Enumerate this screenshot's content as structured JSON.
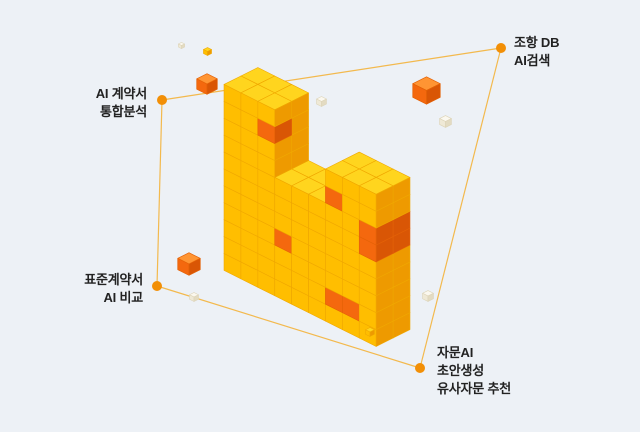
{
  "page": {
    "background": "#edf1f6"
  },
  "nodes": {
    "left_top": {
      "label": "AI 계약서\n통합분석"
    },
    "top_right": {
      "label": "조항 DB\nAI검색"
    },
    "left_bottom": {
      "label": "표준계약서\nAI 비교"
    },
    "bottom_right": {
      "label": "자문AI\n초안생성\n유사자문 추천"
    }
  },
  "colors": {
    "label_text": "#222222",
    "dot": "#f28f06",
    "line": "#f3b94d",
    "yellow": {
      "top": "#ffd51e",
      "front": "#ffbe00",
      "side": "#ee9a00",
      "stroke": "#f0a800"
    },
    "orange": {
      "top": "#ff9533",
      "front": "#f4680e",
      "side": "#d95605",
      "stroke": "#e46207"
    },
    "pale": {
      "top": "#fbf8ef",
      "front": "#efe9d6",
      "side": "#e3dbc2",
      "stroke": "#ddd4b8"
    }
  },
  "illustration": {
    "alt": "voxel-cube-sculpture"
  }
}
